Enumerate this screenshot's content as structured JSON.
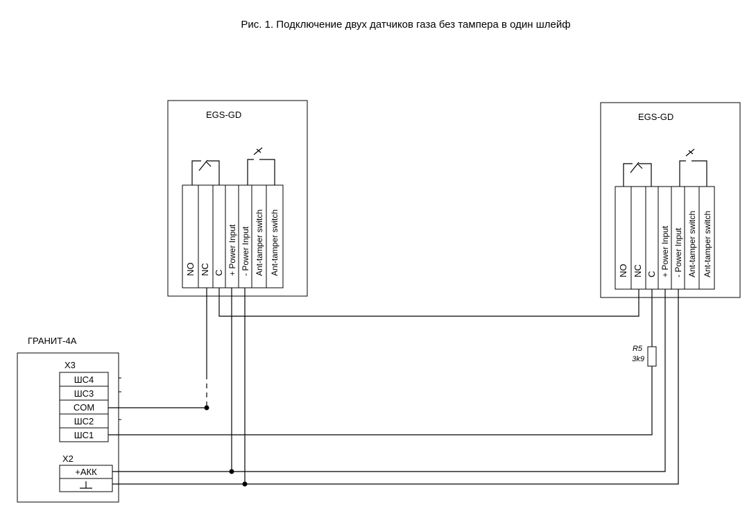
{
  "title": "Рис. 1. Подключение двух датчиков газа без тампера в один шлейф",
  "sensors": [
    {
      "name": "EGS-GD",
      "terminals": [
        "NO",
        "NC",
        "C",
        "+ Power Input",
        "- Power Input",
        "Ant-tamper switch",
        "Ant-tamper switch"
      ]
    },
    {
      "name": "EGS-GD",
      "terminals": [
        "NO",
        "NC",
        "C",
        "+ Power Input",
        "- Power Input",
        "Ant-tamper switch",
        "Ant-tamper switch"
      ]
    }
  ],
  "panel": {
    "name": "ГРАНИТ-4А",
    "x3": {
      "label": "X3",
      "pins": [
        "ШС4",
        "ШС3",
        "COM",
        "ШС2",
        "ШС1"
      ]
    },
    "x2": {
      "label": "X2",
      "pins": [
        "+АКК",
        "⊥"
      ]
    }
  },
  "resistor": {
    "ref": "R5",
    "value": "3k9"
  }
}
